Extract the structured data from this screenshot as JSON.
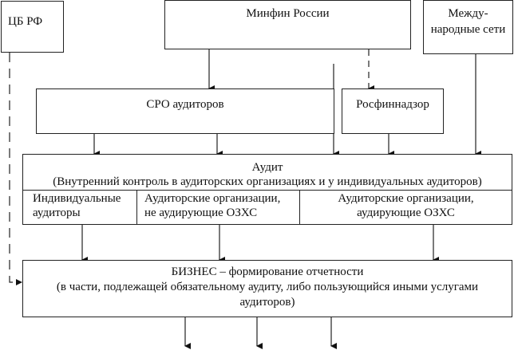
{
  "nodes": {
    "cb": {
      "label": "ЦБ РФ"
    },
    "minfin": {
      "label": "Минфин России"
    },
    "intl": {
      "line1": "Между-",
      "line2": "народные сети"
    },
    "sro": {
      "label": "СРО аудиторов"
    },
    "rosfin": {
      "label": "Росфиннадзор"
    },
    "audit": {
      "title": "Аудит",
      "subtitle": "(Внутренний контроль в аудиторских организациях и у индивидуальных аудиторов)",
      "cells": [
        {
          "line1": "Индивидуальные",
          "line2": "аудиторы"
        },
        {
          "line1": "Аудиторские организации,",
          "line2": "не аудирующие ОЗХС"
        },
        {
          "line1": "Аудиторские организации,",
          "line2": "аудирующие ОЗХС"
        }
      ]
    },
    "business": {
      "line1": "БИЗНЕС – формирование отчетности",
      "line2": "(в части, подлежащей обязательному аудиту, либо пользующийся иными услугами",
      "line3": "аудиторов)"
    }
  }
}
